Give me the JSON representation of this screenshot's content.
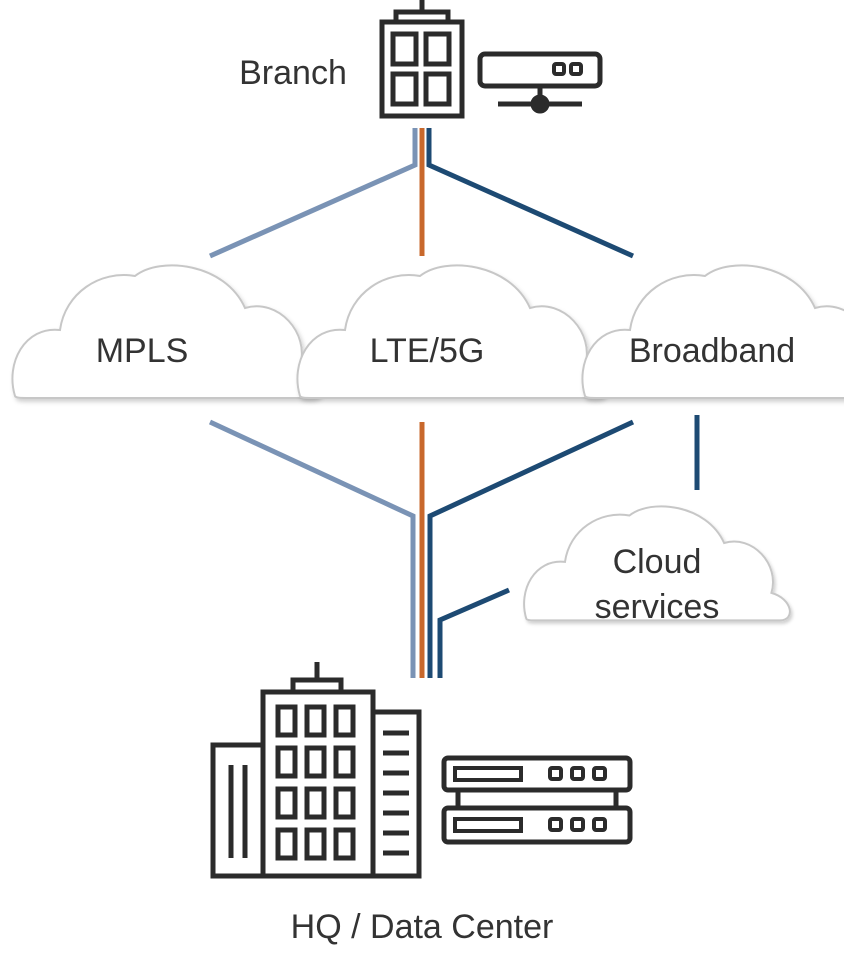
{
  "diagram": {
    "branch_label": "Branch",
    "hq_label": "HQ / Data Center",
    "clouds": {
      "mpls": "MPLS",
      "lte": "LTE/5G",
      "broadband": "Broadband",
      "cloud_services_line1": "Cloud",
      "cloud_services_line2": "services"
    }
  },
  "colors": {
    "mpls_link": "#7a93b5",
    "lte_link": "#c8682c",
    "broadband_link": "#1d4a73",
    "icon_stroke": "#2b2b2b",
    "cloud_stroke": "#c7c7c7"
  }
}
